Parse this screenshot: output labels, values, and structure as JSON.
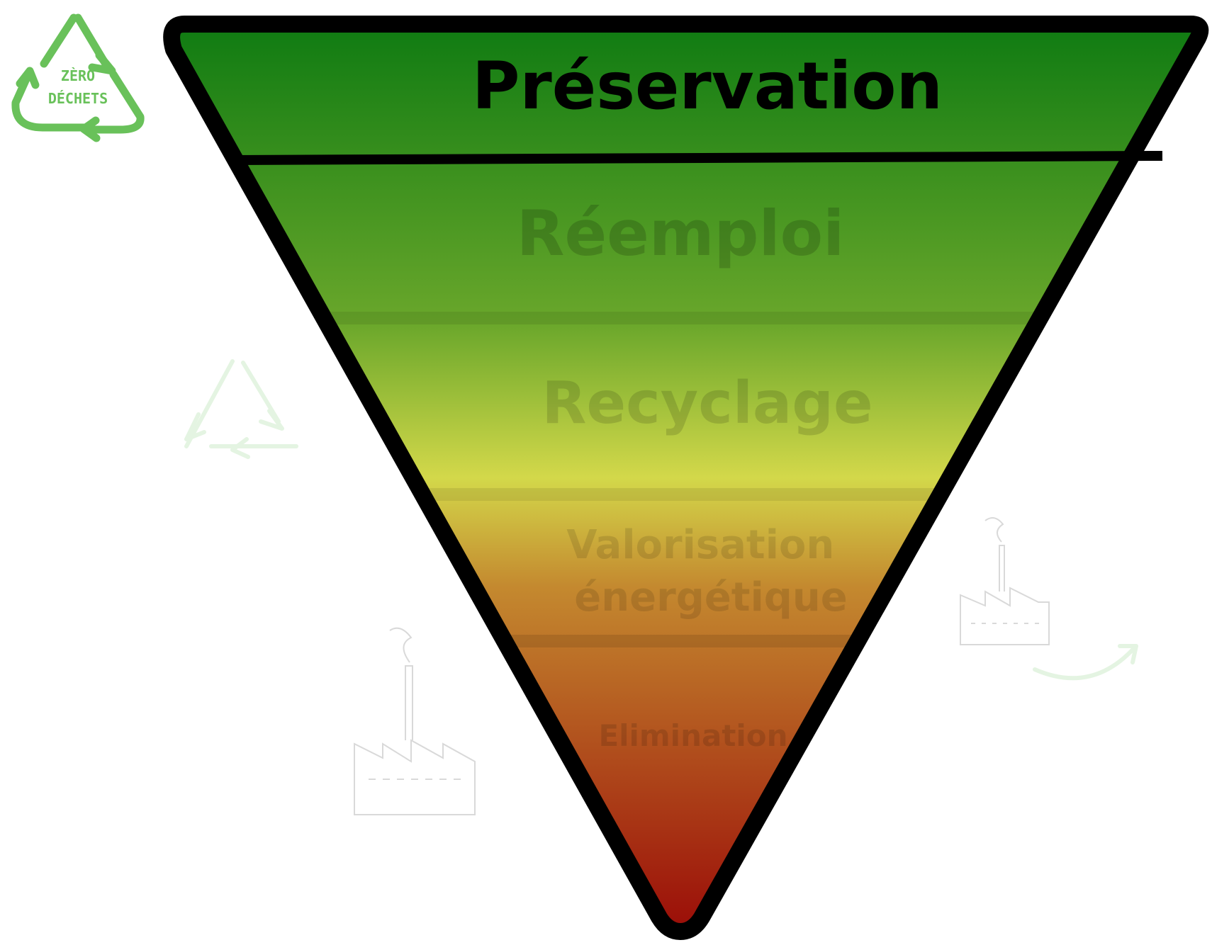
{
  "logo": {
    "line1": "ZÈRO",
    "line2": "DÉCHETS"
  },
  "levels": [
    {
      "label_lines": [
        "Préservation"
      ],
      "emphasis": "active"
    },
    {
      "label_lines": [
        "Réemploi"
      ],
      "emphasis": "faded"
    },
    {
      "label_lines": [
        "Recyclage"
      ],
      "emphasis": "faded"
    },
    {
      "label_lines": [
        "Valorisation",
        "énergétique"
      ],
      "emphasis": "faded"
    },
    {
      "label_lines": [
        "Elimination"
      ],
      "emphasis": "faded"
    }
  ],
  "colors": {
    "top_green": "#0f7b12",
    "mid_green": "#6aa72b",
    "yellow": "#d3d84a",
    "orange": "#c4892f",
    "bottom_red": "#9b0d08",
    "outline": "#000000",
    "recycle_green": "#69c15a"
  },
  "decorations": [
    {
      "name": "recycle-icon"
    },
    {
      "name": "factory-icon"
    },
    {
      "name": "factory-icon"
    },
    {
      "name": "arrow-icon"
    }
  ]
}
